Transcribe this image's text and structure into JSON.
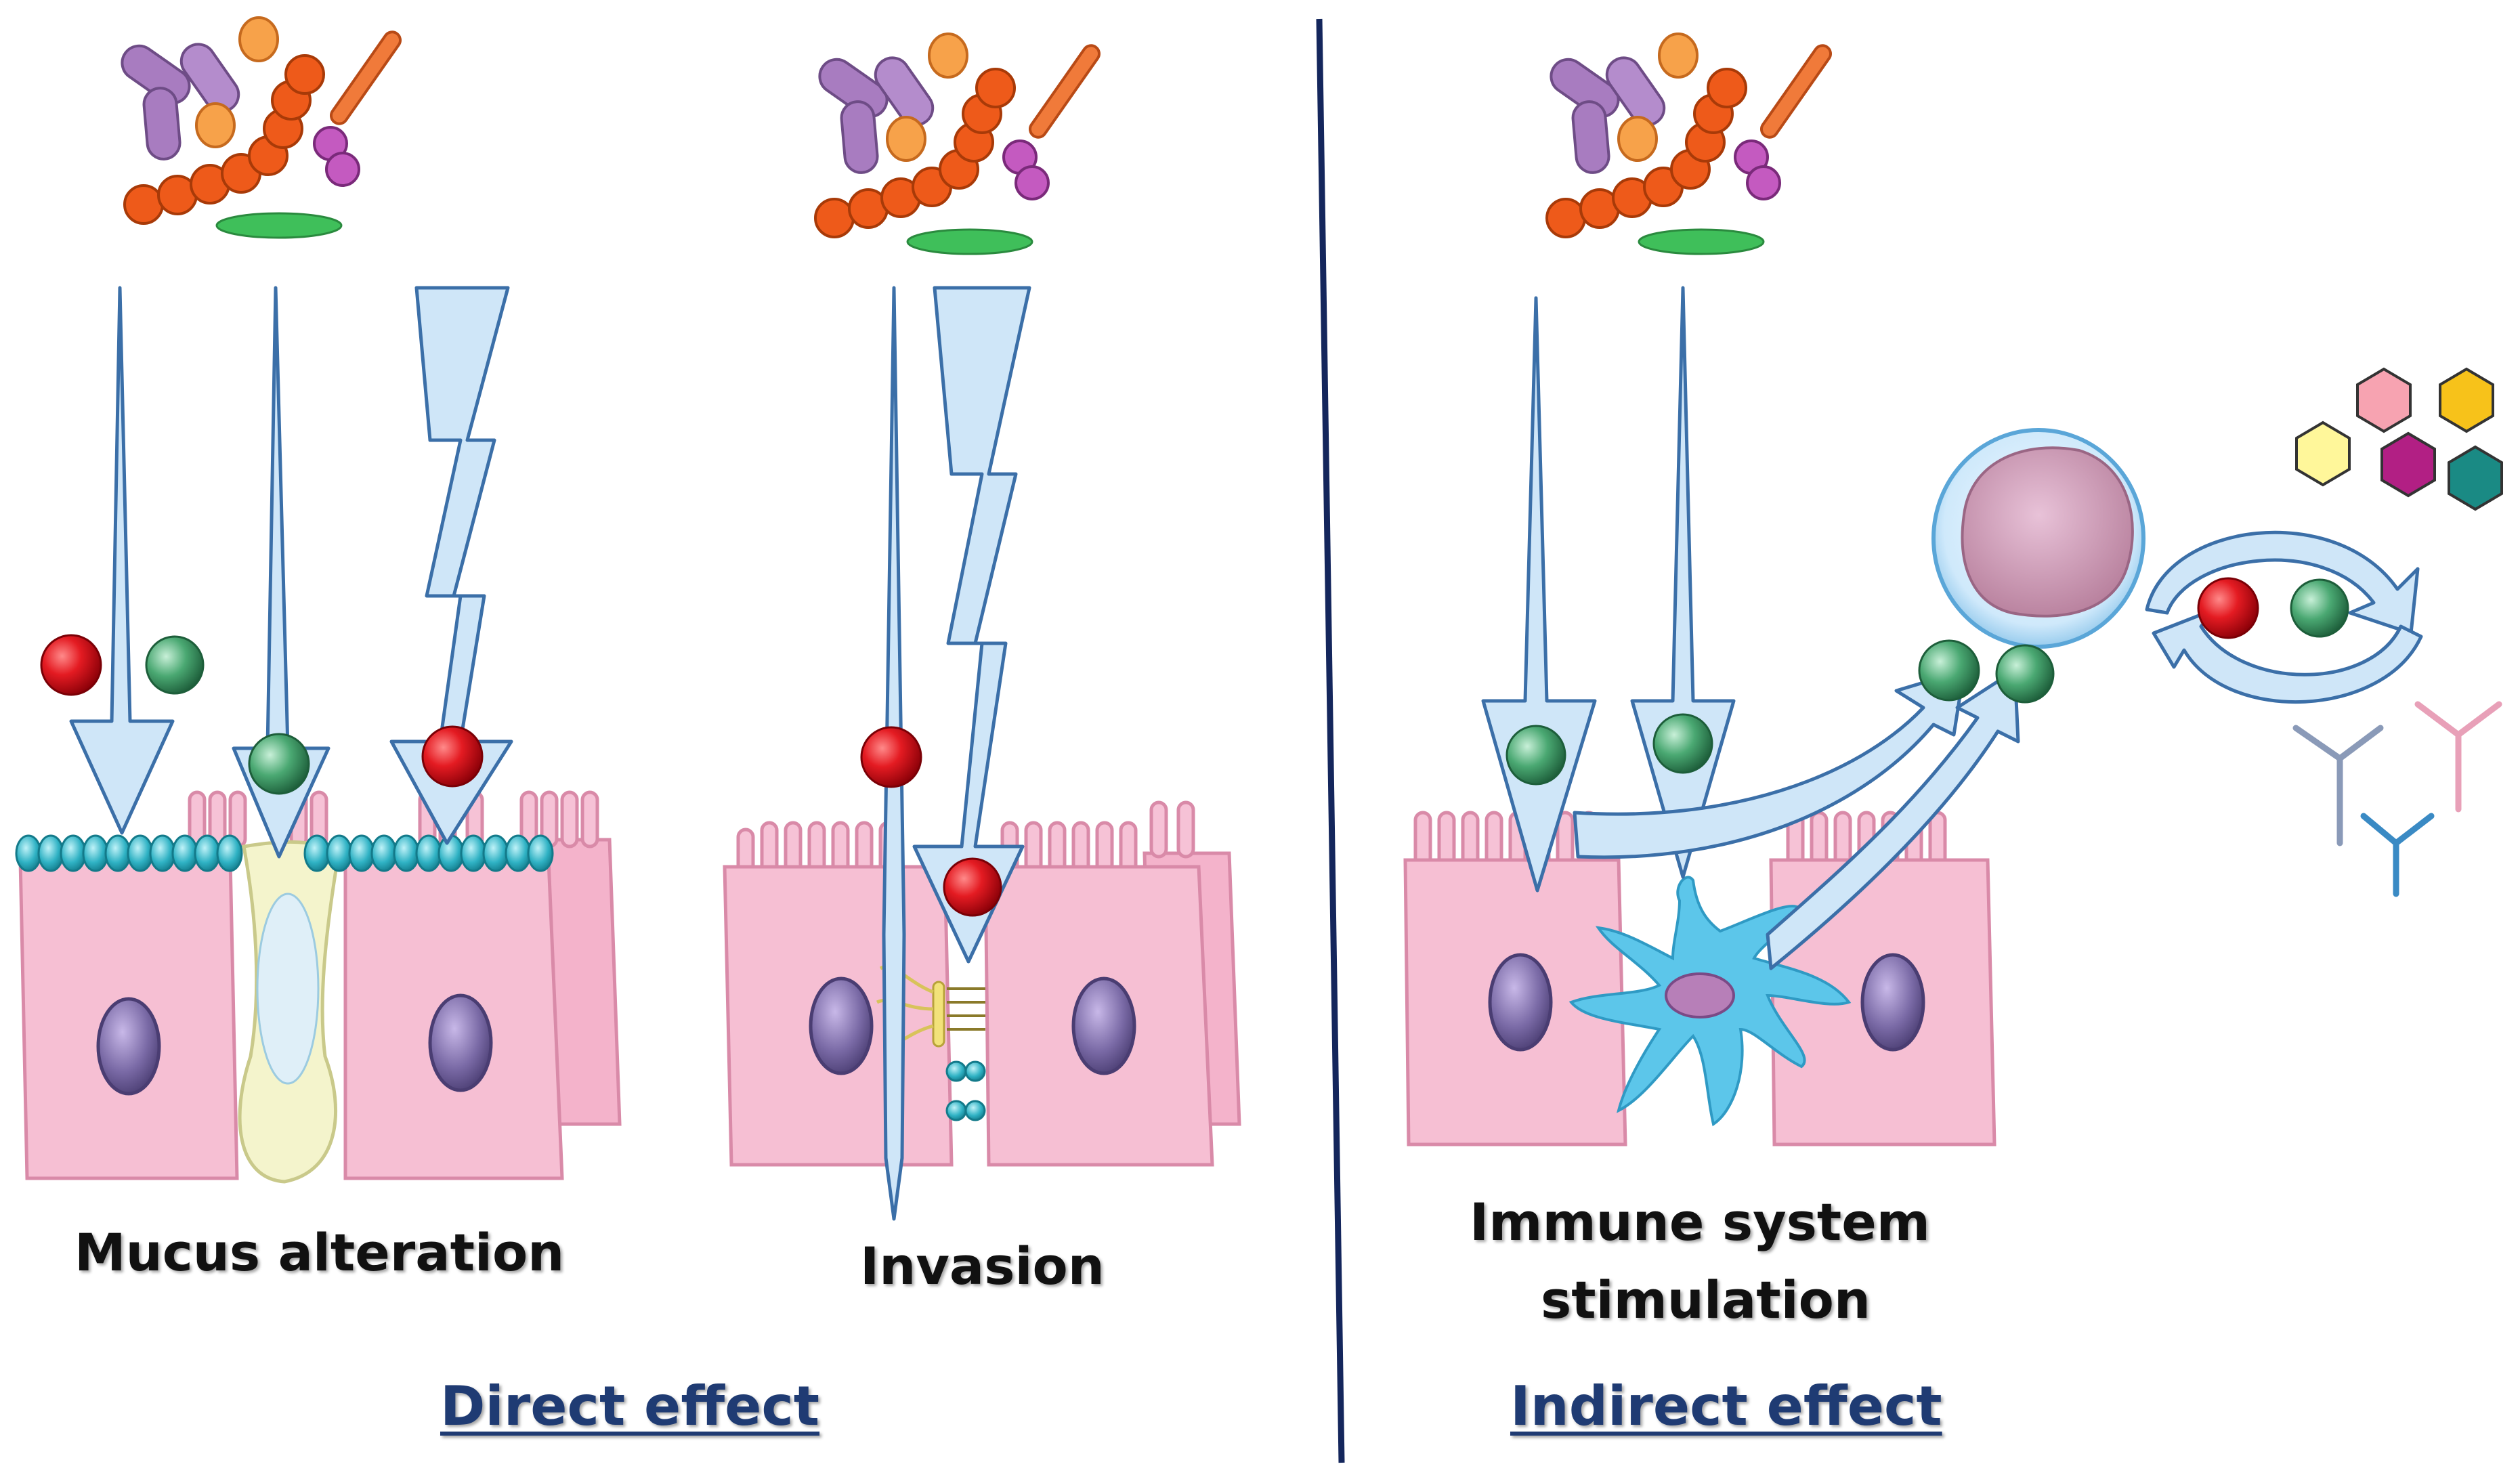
{
  "labels": {
    "mucus_alteration": "Mucus alteration",
    "invasion": "Invasion",
    "immune_line1": "Immune system",
    "immune_line2": "stimulation",
    "direct_effect": "Direct effect",
    "indirect_effect": "Indirect effect"
  },
  "colors": {
    "arrow_fill": "#cfe6f8",
    "arrow_stroke": "#3b6fa8",
    "cell_pink": "#f6bfd3",
    "cell_stroke": "#d98aa8",
    "nucleus": "#7f6fa8",
    "mucus_bead": "#35b9c9",
    "goblet": "#f2f2c8",
    "red_molecule": "#e01020",
    "green_molecule": "#3a9a63",
    "divider": "#14265c",
    "title_blue": "#1f3b73"
  }
}
